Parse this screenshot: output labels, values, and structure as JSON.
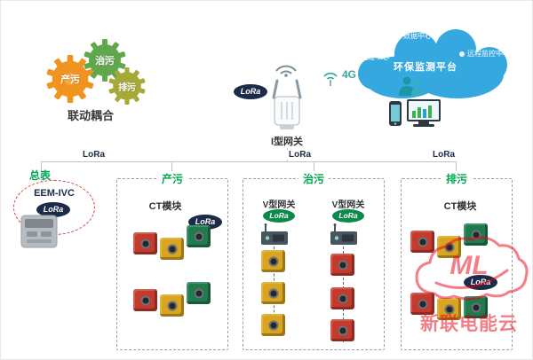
{
  "gears": {
    "caption": "联动耦合",
    "items": [
      {
        "label": "产污",
        "color": "#f0941f"
      },
      {
        "label": "治污",
        "color": "#61a74b"
      },
      {
        "label": "排污",
        "color": "#a6a838"
      }
    ]
  },
  "top_gateway": {
    "label": "I型网关",
    "lora_badge": "LoRa",
    "cell_label": "4G"
  },
  "cloud": {
    "title": "环保监测平台",
    "node_top": "数据中心",
    "node_left": "运维中心",
    "node_right": "远程监控中心"
  },
  "bus": {
    "lora_left": "LoRa",
    "lora_middle": "LoRa",
    "lora_right": "LoRa"
  },
  "meter_group": {
    "title": "总表",
    "device_label": "EEM-IVC",
    "lora_badge": "LoRa"
  },
  "zones": {
    "chanwu": {
      "title": "产污",
      "module_label": "CT模块",
      "lora_badge": "LoRa"
    },
    "zhiwu": {
      "title": "治污",
      "gateway_left": {
        "label": "V型网关",
        "lora_badge": "LoRa"
      },
      "gateway_right": {
        "label": "V型网关",
        "lora_badge": "LoRa"
      }
    },
    "paiwu": {
      "title": "排污",
      "module_label": "CT模块",
      "lora_badge": "LoRa"
    }
  },
  "watermark": {
    "logo_text": "ML",
    "text": "新联电能云"
  },
  "colors": {
    "cloud_blue": "#35a8e0",
    "zone_title_green": "#00a650",
    "lora_dark": "#1c2b4a",
    "lora_green": "#0c8a4a",
    "ct_red": "#c43b2e",
    "ct_yellow": "#d9a520",
    "ct_green": "#1f7a4d",
    "watermark_red": "#e60012"
  }
}
